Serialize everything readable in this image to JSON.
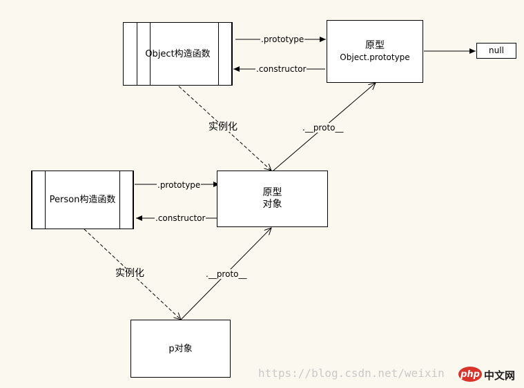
{
  "nodes": {
    "object_ctor": "Object构造函数",
    "object_proto_title": "原型",
    "object_proto_sub": "Object.prototype",
    "null_node": "null",
    "person_ctor": "Person构造函数",
    "person_proto_title": "原型",
    "person_proto_sub": "对象",
    "p_object": "p对象"
  },
  "edges": {
    "obj_prototype": ".prototype",
    "obj_constructor": ".constructor",
    "person_prototype": ".prototype",
    "person_constructor": ".constructor",
    "proto_upper": ".__proto__",
    "proto_lower": ".__proto__",
    "instantiate_upper": "实例化",
    "instantiate_lower": "实例化"
  },
  "watermark": {
    "url": "https://blog.csdn.net/weixin",
    "logo": "php",
    "site": "中文网"
  }
}
